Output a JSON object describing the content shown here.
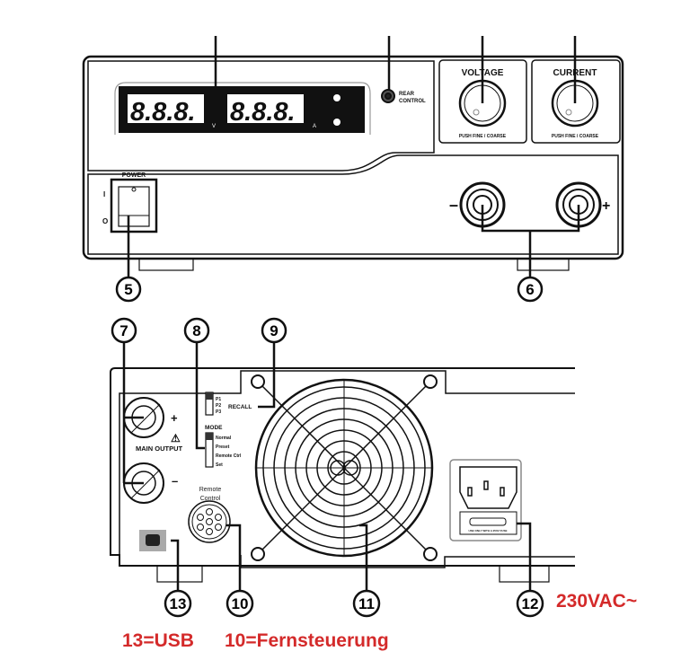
{
  "front": {
    "display_digits_voltage": "8.8.8.",
    "display_digits_current": "8.8.8.",
    "unit_v": "V",
    "unit_a": "A",
    "rear_control_l1": "REAR",
    "rear_control_l2": "CONTROL",
    "voltage_label": "VOLTAGE",
    "current_label": "CURRENT",
    "knob_caption": "PUSH  FINE / COARSE",
    "power_label": "POWER",
    "switch_on": "I",
    "switch_off": "O",
    "minus": "–",
    "plus": "+",
    "callouts": [
      "5",
      "6"
    ]
  },
  "rear": {
    "plus": "+",
    "minus": "–",
    "warning": "⚠",
    "main_output": "MAIN OUTPUT",
    "recall": "RECALL",
    "presets": [
      "P1",
      "P2",
      "P3"
    ],
    "mode_label": "MODE",
    "modes": [
      "Normal",
      "Preset",
      "Remote Ctrl",
      "Set"
    ],
    "remote_l1": "Remote",
    "remote_l2": "Control",
    "fuse_text": "USE ONLY WITH A 250V FUSE",
    "callouts": [
      "7",
      "8",
      "9",
      "13",
      "10",
      "11",
      "12"
    ]
  },
  "annotations": {
    "voltage_input": "230VAC~",
    "usb_note": "13=USB",
    "remote_note": "10=Fernsteuerung"
  },
  "colors": {
    "annotation": "#d42a2a",
    "line": "#111111"
  }
}
